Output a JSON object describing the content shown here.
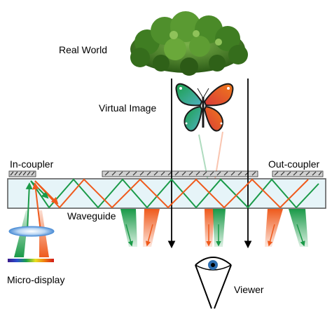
{
  "labels": {
    "real_world": "Real World",
    "virtual_image": "Virtual Image",
    "in_coupler": "In-coupler",
    "out_coupler": "Out-coupler",
    "waveguide": "Waveguide",
    "micro_display": "Micro-display",
    "viewer": "Viewer"
  },
  "colors": {
    "green_ray": "#1a9a48",
    "orange_ray": "#ef5a1c",
    "waveguide_fill": "#e6f4f8",
    "waveguide_edge": "#555555",
    "grating": "#333333",
    "foliage": "#3d7a22"
  },
  "icons": [
    "bush-image",
    "butterfly-image",
    "eye-icon",
    "lens-icon",
    "micro-display-bar"
  ]
}
